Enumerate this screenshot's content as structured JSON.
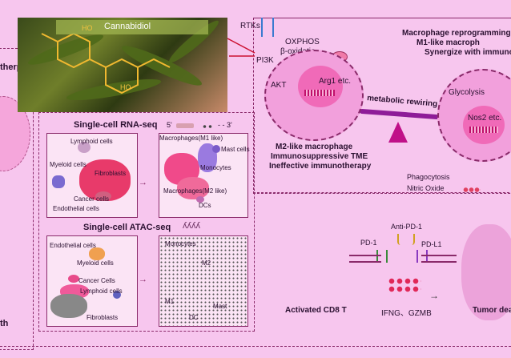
{
  "left_panel": {
    "fragment_top": "therpy",
    "fragment_bottom": "th"
  },
  "cbd": {
    "title": "Cannabidiol",
    "ho_top": "HO",
    "ho_bottom": "HO"
  },
  "scrna": {
    "title": "Single-cell RNA-seq",
    "five_prime": "5'",
    "three_prime": "- - 3'",
    "clusters_left": [
      "Lymphoid cells",
      "Myeloid cells",
      "Fibroblasts",
      "Cancer cells",
      "Endothelial cells"
    ],
    "clusters_right": [
      "Macrophages(M1 like)",
      "Mast cells",
      "Monocytes",
      "Macrophages(M2 like)",
      "DCs"
    ]
  },
  "scatac": {
    "title": "Single-cell ATAC-seq",
    "clusters_left": [
      "Endothelial cells",
      "Myeloid cells",
      "Cancer Cells",
      "Lymphoid cells",
      "Fibroblasts"
    ],
    "clusters_right": [
      "Monocytes",
      "M2",
      "M1",
      "Mast",
      "DC"
    ]
  },
  "mechanism": {
    "rtks": "RTKs",
    "oxphos": "OXPHOS",
    "beta_ox": "β-oxidatio",
    "pi3k": "PI3K",
    "akt": "AKT",
    "arg1": "Arg1 etc.",
    "m2_lines": [
      "M2-like macrophage",
      "Immunosuppressive TME",
      "Ineffective immunotherapy"
    ],
    "rewiring": "metabolic rewiring",
    "header_lines": [
      "Macrophage reprogramming",
      "M1-like macroph",
      "Synergize with immuno"
    ],
    "glycolysis": "Glycolysis",
    "nos2": "Nos2 etc."
  },
  "tcell": {
    "phagocytosis": "Phagocytosis",
    "nitric_oxide": "Nitric Oxide",
    "anti_pd1": "Anti-PD-1",
    "pd1": "PD-1",
    "pdl1": "PD-L1",
    "activated": "Activated CD8 T",
    "cytokines": "IFNG、GZMB",
    "tumor_death": "Tumor dea"
  },
  "colors": {
    "background": "#f7c6ee",
    "cell_fill": "#f09ad8",
    "accent_purple": "#8e1c98",
    "arrow_red": "#cc1030"
  }
}
